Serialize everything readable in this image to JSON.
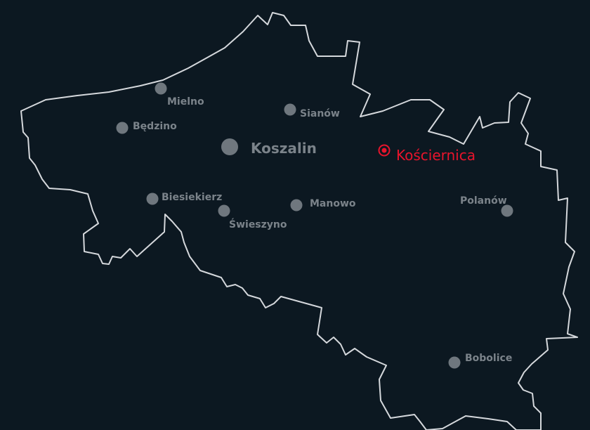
{
  "map": {
    "colors": {
      "background": "#0c1821",
      "border": "#d5d8dc",
      "town": "#6f777e",
      "town_label": "#7b838a",
      "highlight": "#e8142c"
    },
    "capital": {
      "name": "Koszalin"
    },
    "towns": [
      {
        "name": "Mielno"
      },
      {
        "name": "Będzino"
      },
      {
        "name": "Sianów"
      },
      {
        "name": "Biesiekierz"
      },
      {
        "name": "Świeszyno"
      },
      {
        "name": "Manowo"
      },
      {
        "name": "Polanów"
      },
      {
        "name": "Bobolice"
      }
    ],
    "highlight": {
      "name": "Kościernica",
      "icon": "target-marker-icon"
    }
  }
}
